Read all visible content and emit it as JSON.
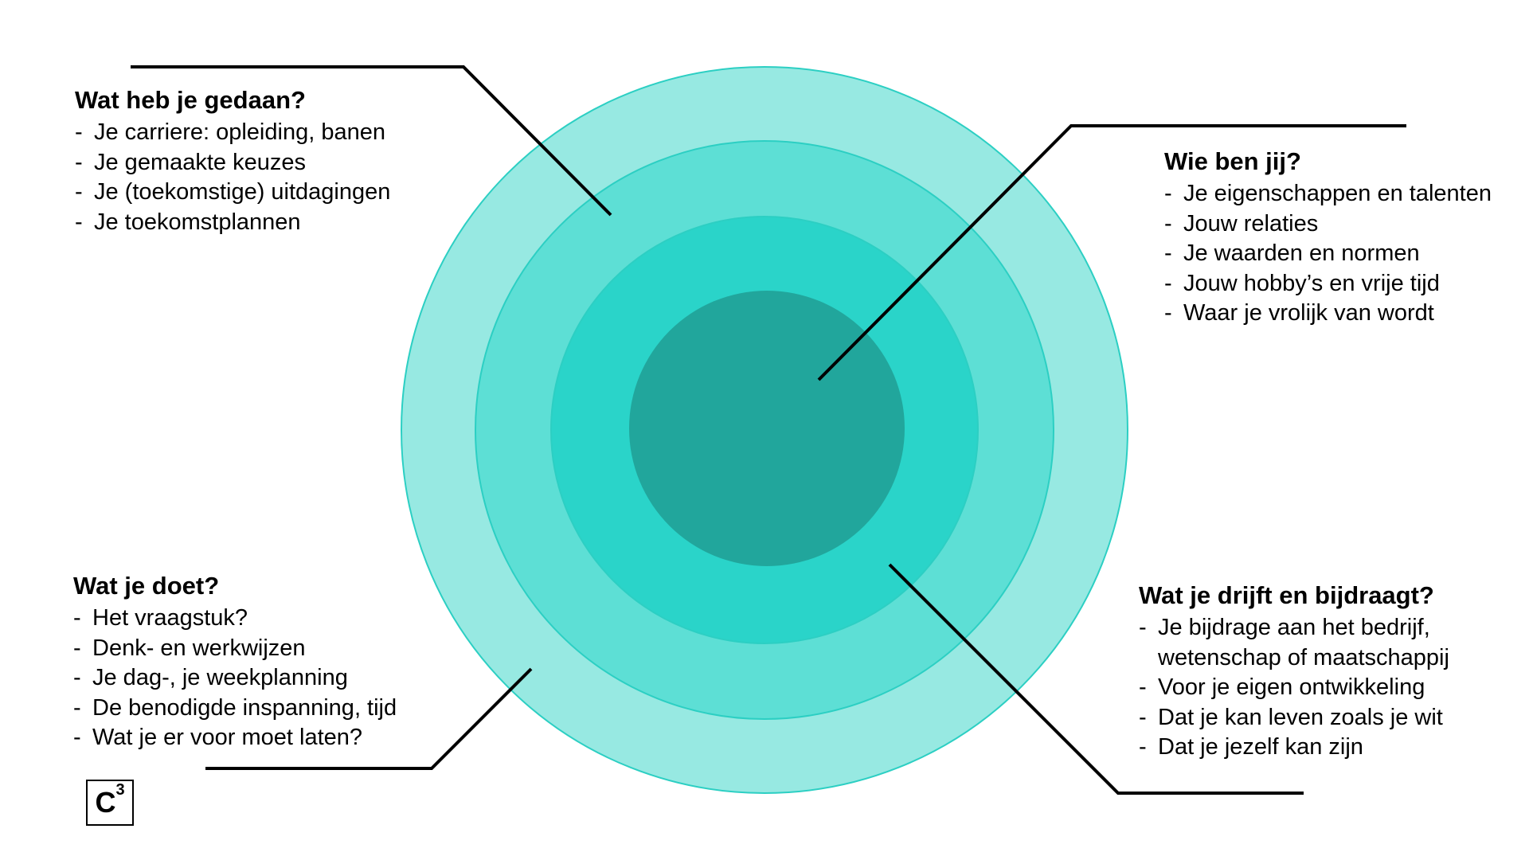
{
  "colors": {
    "ring_outer": "#97E9E2",
    "ring_second": "#5DDFD5",
    "ring_third": "#2AD4C9",
    "ring_core": "#21A69C",
    "ring_stroke": "#2CCFC3",
    "connector_lines": "#000000"
  },
  "blocks": {
    "top_left": {
      "title": "Wat heb je gedaan?",
      "items": [
        "Je carriere: opleiding, banen",
        "Je gemaakte keuzes",
        "Je (toekomstige) uitdagingen",
        "Je toekomstplannen"
      ]
    },
    "top_right": {
      "title": "Wie ben jij?",
      "items": [
        "Je eigenschappen en talenten",
        "Jouw relaties",
        "Je waarden en normen",
        "Jouw hobby’s en vrije tijd",
        "Waar je vrolijk van wordt"
      ]
    },
    "bottom_left": {
      "title": "Wat je doet?",
      "items": [
        "Het vraagstuk?",
        "Denk- en werkwijzen",
        "Je dag-, je weekplanning",
        "De benodigde inspanning, tijd",
        "Wat je er voor moet laten?"
      ]
    },
    "bottom_right": {
      "title": "Wat je drijft en bijdraagt?",
      "items": [
        [
          "Je bijdrage aan het bedrijf,",
          "wetenschap of maatschappij"
        ],
        "Voor je eigen ontwikkeling",
        "Dat je kan leven zoals je wit",
        "Dat je jezelf kan zijn"
      ]
    }
  },
  "logo": {
    "letter": "C",
    "superscript": "3"
  }
}
